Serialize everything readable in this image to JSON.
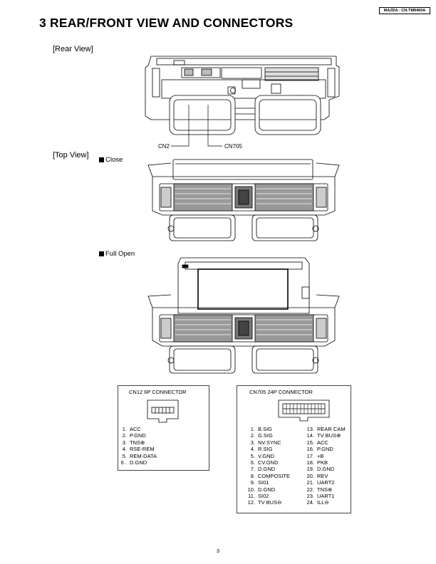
{
  "header": {
    "model": "MAZDA : CN-TM9460A",
    "section_title": "3   REAR/FRONT VIEW AND CONNECTORS"
  },
  "rear_view": {
    "label": "[Rear View]",
    "cn2_label": "CN2",
    "cn705_label": "CN705"
  },
  "top_view": {
    "label": "[Top View]",
    "close_label": "Close",
    "full_open_label": "Full Open"
  },
  "cn12": {
    "title": "CN12  6P CONNECTOR",
    "pins": [
      {
        "num": "1.",
        "name": "ACC"
      },
      {
        "num": "2.",
        "name": "P.GND"
      },
      {
        "num": "3.",
        "name": "TNS⊕"
      },
      {
        "num": "4.",
        "name": "RSE-REM"
      },
      {
        "num": "5.",
        "name": "REM-DATA"
      },
      {
        "num": "6 .",
        "name": "D.GND"
      }
    ]
  },
  "cn705": {
    "title": "CN705  24P CONNECTOR",
    "pins_left": [
      {
        "num": "1.",
        "name": "B.SIG"
      },
      {
        "num": "2.",
        "name": "G.SIG"
      },
      {
        "num": "3.",
        "name": "NV.SYNC"
      },
      {
        "num": "4.",
        "name": "R.SIG"
      },
      {
        "num": "5.",
        "name": "V.GND"
      },
      {
        "num": "6.",
        "name": "CV.GND"
      },
      {
        "num": "7.",
        "name": "D.GND"
      },
      {
        "num": "8.",
        "name": "COMPOSITE"
      },
      {
        "num": "9.",
        "name": "SI01"
      },
      {
        "num": "10.",
        "name": "D.GND"
      },
      {
        "num": "11.",
        "name": "SI02"
      },
      {
        "num": "12.",
        "name": "TV BUS⊖"
      }
    ],
    "pins_right": [
      {
        "num": "13.",
        "name": "REAR CAM"
      },
      {
        "num": "14.",
        "name": "TV BUS⊕"
      },
      {
        "num": "15.",
        "name": "ACC"
      },
      {
        "num": "16.",
        "name": "P.GND"
      },
      {
        "num": "17.",
        "name": "+B"
      },
      {
        "num": "18.",
        "name": "PKB"
      },
      {
        "num": "19.",
        "name": "D.GND"
      },
      {
        "num": "20.",
        "name": "REV"
      },
      {
        "num": "21.",
        "name": "UART2"
      },
      {
        "num": "22.",
        "name": "TNS⊕"
      },
      {
        "num": "23.",
        "name": "UART1"
      },
      {
        "num": "24.",
        "name": "ILL⊖"
      }
    ]
  },
  "footer": {
    "page_number": "3"
  }
}
